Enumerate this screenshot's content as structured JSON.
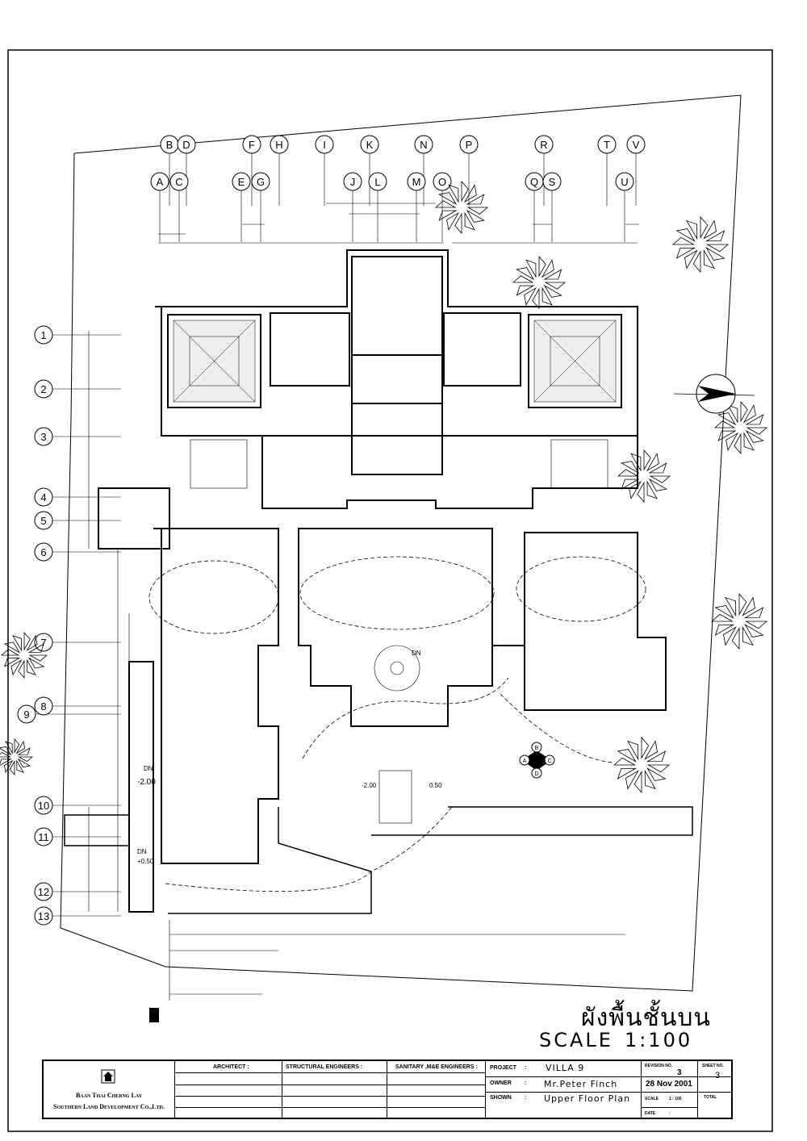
{
  "grid_columns_top": [
    "B",
    "D",
    "F",
    "H",
    "I",
    "K",
    "N",
    "P",
    "R",
    "T",
    "V"
  ],
  "grid_columns_bottom": [
    "A",
    "C",
    "E",
    "G",
    "J",
    "L",
    "M",
    "O",
    "Q",
    "S",
    "U"
  ],
  "grid_rows": [
    "1",
    "2",
    "3",
    "4",
    "5",
    "6",
    "7",
    "8",
    "9",
    "10",
    "11",
    "12",
    "13"
  ],
  "compass_labels": [
    "A",
    "B",
    "C",
    "D"
  ],
  "room_labels": {
    "dn_stair_center": "DN",
    "dn_left": "DN",
    "level_left": "-2.00",
    "dn_left2": "DN",
    "level_left2": "+0.50",
    "level_center": "-2.00",
    "level_center2": "0.50"
  },
  "sheet_title_thai": "ผังพื้นชั้นบน",
  "scale": {
    "label": "SCALE",
    "value": "1:100"
  },
  "title_block": {
    "company_line1": "Baan Thai Cherng Lay",
    "company_line2": "Southern Land Development Co.,Ltd.",
    "architect_header": "ARCHITECT :",
    "structural_header": "STRUCTURAL ENGINEERS :",
    "sanitary_header": "SANITARY ,M&E ENGINEERS :",
    "project_label": "PROJECT",
    "project_value": "VILLA 9",
    "owner_label": "OWNER",
    "owner_value": "Mr.Peter  Finch",
    "shown_label": "SHOWN",
    "shown_value": "Upper Floor Plan",
    "colon": ":",
    "revision_label": "REVISION NO.",
    "revision_value": "3",
    "date_value": "28 Nov 2001",
    "scale_label": "SCALE",
    "scale_value": "1 : 100",
    "date_label": "DATE",
    "date_colon": ":",
    "sheet_label": "SHEET NO.",
    "sheet_value": "3",
    "total_label": "TOTAL"
  }
}
